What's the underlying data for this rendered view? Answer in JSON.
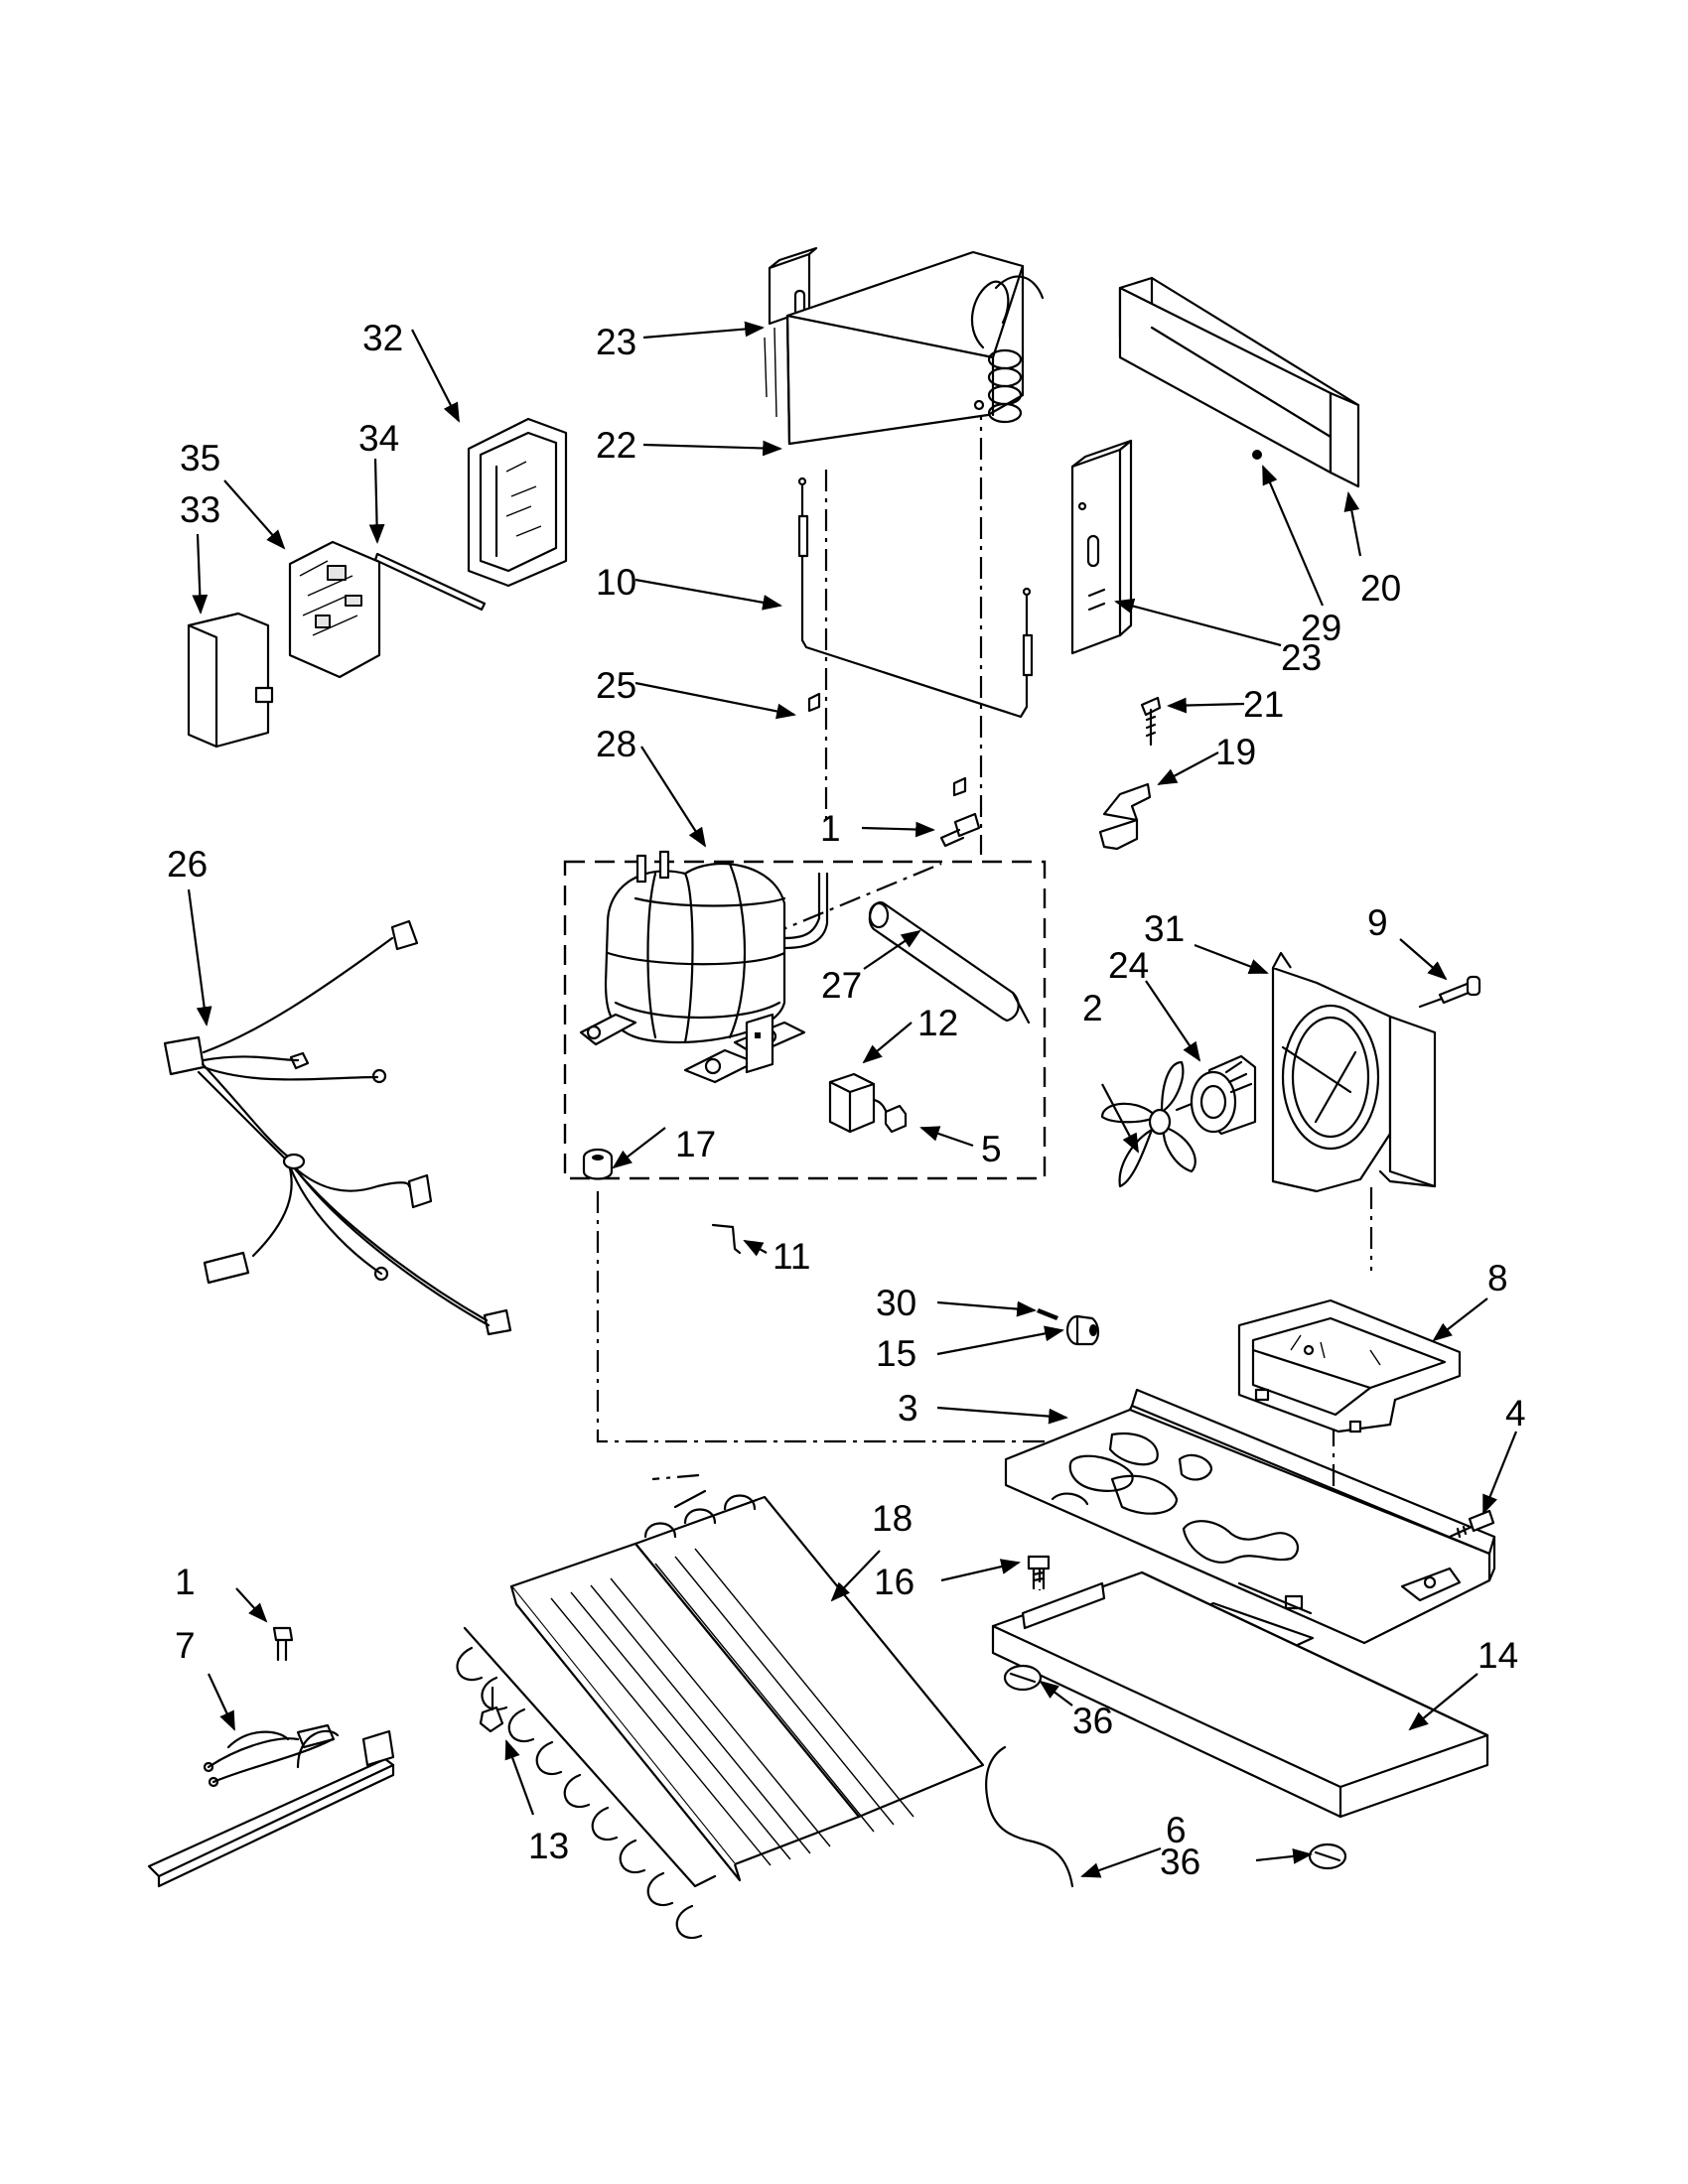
{
  "diagram_type": "exploded-parts-view",
  "callouts": [
    {
      "id": "c1a",
      "text": "1"
    },
    {
      "id": "c1b",
      "text": "1"
    },
    {
      "id": "c2",
      "text": "2"
    },
    {
      "id": "c3",
      "text": "3"
    },
    {
      "id": "c4",
      "text": "4"
    },
    {
      "id": "c5",
      "text": "5"
    },
    {
      "id": "c6",
      "text": "6"
    },
    {
      "id": "c7",
      "text": "7"
    },
    {
      "id": "c8",
      "text": "8"
    },
    {
      "id": "c9",
      "text": "9"
    },
    {
      "id": "c10",
      "text": "10"
    },
    {
      "id": "c11",
      "text": "11"
    },
    {
      "id": "c12",
      "text": "12"
    },
    {
      "id": "c13",
      "text": "13"
    },
    {
      "id": "c14",
      "text": "14"
    },
    {
      "id": "c15",
      "text": "15"
    },
    {
      "id": "c16",
      "text": "16"
    },
    {
      "id": "c17",
      "text": "17"
    },
    {
      "id": "c18",
      "text": "18"
    },
    {
      "id": "c19",
      "text": "19"
    },
    {
      "id": "c20",
      "text": "20"
    },
    {
      "id": "c21",
      "text": "21"
    },
    {
      "id": "c22",
      "text": "22"
    },
    {
      "id": "c23a",
      "text": "23"
    },
    {
      "id": "c23b",
      "text": "23"
    },
    {
      "id": "c24",
      "text": "24"
    },
    {
      "id": "c25",
      "text": "25"
    },
    {
      "id": "c26",
      "text": "26"
    },
    {
      "id": "c27",
      "text": "27"
    },
    {
      "id": "c28",
      "text": "28"
    },
    {
      "id": "c29",
      "text": "29"
    },
    {
      "id": "c30",
      "text": "30"
    },
    {
      "id": "c31",
      "text": "31"
    },
    {
      "id": "c32",
      "text": "32"
    },
    {
      "id": "c33",
      "text": "33"
    },
    {
      "id": "c34",
      "text": "34"
    },
    {
      "id": "c35",
      "text": "35"
    },
    {
      "id": "c36a",
      "text": "36"
    },
    {
      "id": "c36b",
      "text": "36"
    }
  ]
}
